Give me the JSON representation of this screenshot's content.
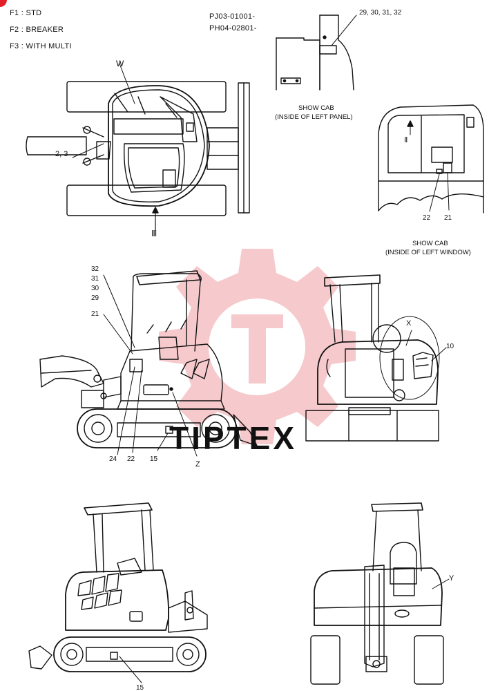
{
  "legend": {
    "f1": "F1 :  STD",
    "f2": "F2 :  BREAKER",
    "f3": "F3 :  WITH MULTI"
  },
  "serials": {
    "line1": "PJ03-01001-",
    "line2": "PH04-02801-"
  },
  "callouts": {
    "w": "W",
    "x": "X",
    "y": "Y",
    "z": "Z",
    "ii": "Ⅱ",
    "iii": "Ⅲ",
    "c_2_3": "2, 3",
    "c_29_32": "29, 30, 31, 32",
    "c_22": "22",
    "c_21": "21",
    "c_32": "32",
    "c_31": "31",
    "c_30": "30",
    "c_29": "29",
    "c_21b": "21",
    "c_10": "10",
    "c_24": "24",
    "c_22b": "22",
    "c_15": "15",
    "c_15b": "15"
  },
  "captions": {
    "panel_1": "SHOW CAB",
    "panel_2": "(INSIDE OF LEFT PANEL)",
    "window_1": "SHOW CAB",
    "window_2": "(INSIDE OF LEFT WINDOW)"
  },
  "watermark": "TIPTEX",
  "colors": {
    "line": "#111111",
    "accent": "#e3202a",
    "watermark": "#f3b8bb"
  }
}
